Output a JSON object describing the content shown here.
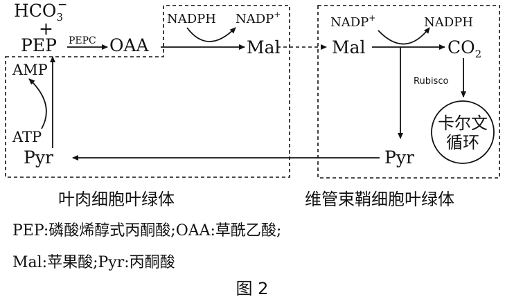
{
  "diagram": {
    "mesophyll": {
      "hco3": "HCO",
      "hco3_sub": "3",
      "hco3_sup": "−",
      "plus": "+",
      "pep": "PEP",
      "pepc": "PEPC",
      "oaa": "OAA",
      "nadph": "NADPH",
      "nadp": "NADP",
      "nadp_sup": "+",
      "mal": "Mal",
      "amp": "AMP",
      "atp": "ATP",
      "pyr": "Pyr",
      "caption": "叶肉细胞叶绿体"
    },
    "bundle_sheath": {
      "nadp": "NADP",
      "nadp_sup": "+",
      "nadph": "NADPH",
      "mal": "Mal",
      "co2": "CO",
      "co2_sub": "2",
      "rubisco": "Rubisco",
      "calvin_line1": "卡尔文",
      "calvin_line2": "循环",
      "pyr": "Pyr",
      "caption": "维管束鞘细胞叶绿体"
    },
    "legend": {
      "line1": "PEP:磷酸烯醇式丙酮酸;OAA:草酰乙酸;",
      "line2": "Mal:苹果酸;Pyr:丙酮酸"
    },
    "figure_label": "图 2"
  }
}
